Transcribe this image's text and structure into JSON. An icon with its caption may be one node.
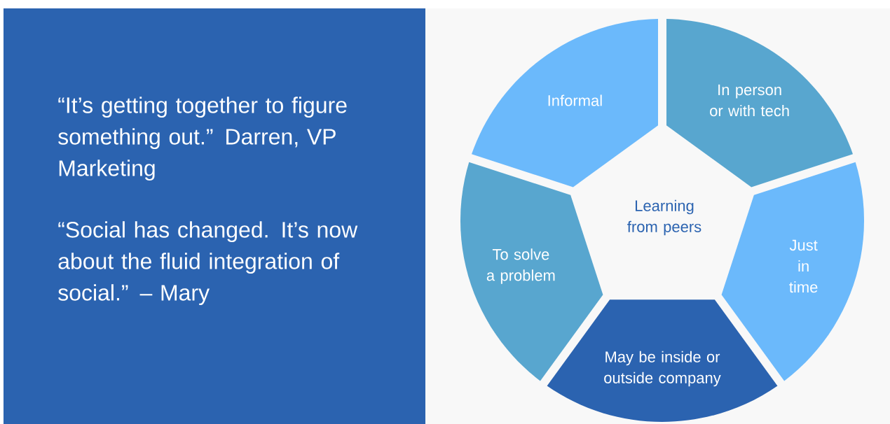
{
  "diagram": {
    "nodes": [
      {
        "text": [
          "Learning from peers"
        ]
      },
      {
        "text": [
          "Informal"
        ]
      },
      {
        "text": [
          "In person or with tech"
        ]
      },
      {
        "text": [
          "Just in time"
        ]
      },
      {
        "text": [
          "May be inside or outside company"
        ]
      },
      {
        "text": [
          "To solve a problem"
        ]
      }
    ],
    "labels": [
      "“It’s getting together to figure something out.” Darren, VP Marketing",
      "“Social has changed. It’s now about the fluid integration of social.” – Mary"
    ]
  }
}
